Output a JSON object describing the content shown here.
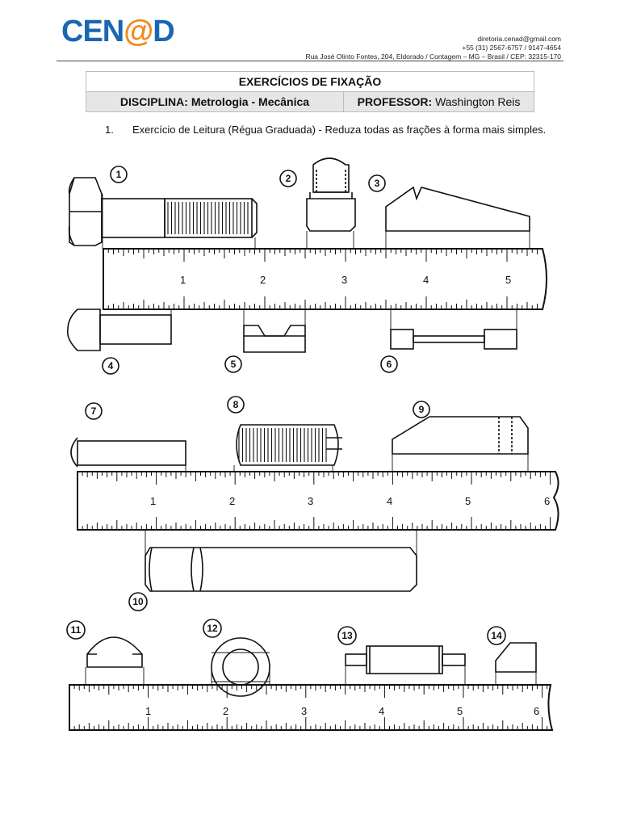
{
  "header": {
    "logo_prefix": "CEN",
    "logo_at": "@",
    "logo_suffix": "D",
    "email": "diretoria.cenad@gmail.com",
    "phone": "+55 (31) 2567-6757 / 9147-4654",
    "address": "Rua José Olinto Fontes, 204, Eldorado / Contagem – MG – Brasil / CEP: 32315-170"
  },
  "info_table": {
    "title": "EXERCÍCIOS DE FIXAÇÃO",
    "discipline_label": "DISCIPLINA:",
    "discipline_value": "Metrologia - Mecânica",
    "professor_label": "PROFESSOR:",
    "professor_value": "Washington Reis"
  },
  "instruction": {
    "number": "1.",
    "text": "Exercício de Leitura (Régua Graduada) - Reduza todas as frações à forma mais simples."
  },
  "rulers": [
    {
      "numbers": [
        "1",
        "2",
        "3",
        "4",
        "5"
      ]
    },
    {
      "numbers": [
        "1",
        "2",
        "3",
        "4",
        "5",
        "6"
      ]
    },
    {
      "numbers": [
        "1",
        "2",
        "3",
        "4",
        "5",
        "6"
      ]
    }
  ],
  "item_labels": [
    "1",
    "2",
    "3",
    "4",
    "5",
    "6",
    "7",
    "8",
    "9",
    "10",
    "11",
    "12",
    "13",
    "14"
  ]
}
